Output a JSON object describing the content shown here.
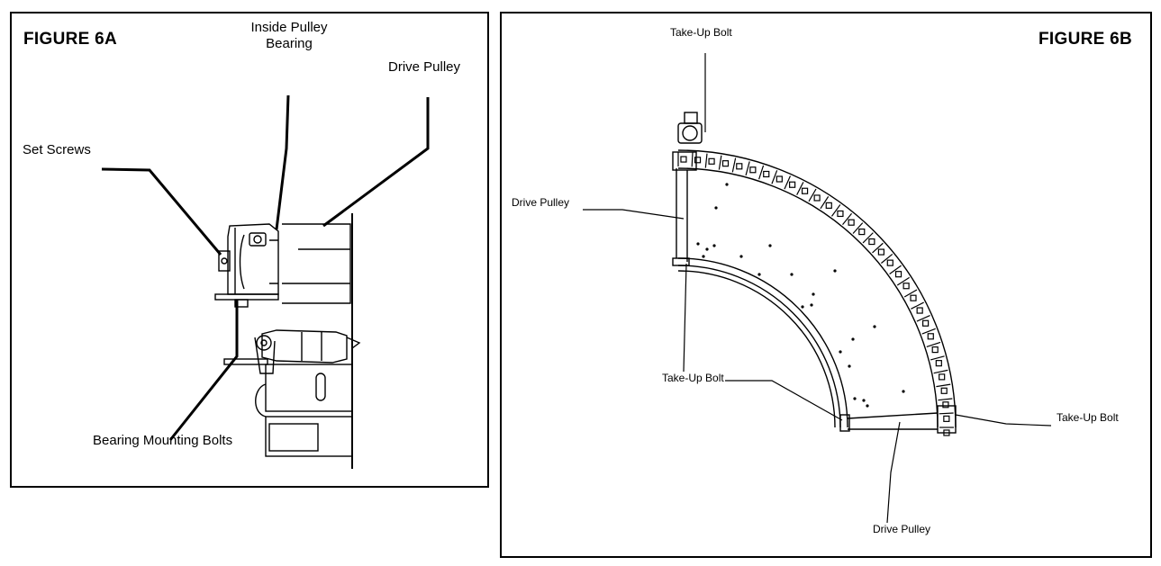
{
  "figure_a": {
    "title": "FIGURE 6A",
    "labels": {
      "inside_pulley_bearing_line1": "Inside Pulley",
      "inside_pulley_bearing_line2": "Bearing",
      "drive_pulley": "Drive Pulley",
      "set_screws": "Set Screws",
      "bearing_mounting_bolts": "Bearing Mounting Bolts"
    }
  },
  "figure_b": {
    "title": "FIGURE 6B",
    "labels": {
      "take_up_bolt_top": "Take-Up Bolt",
      "drive_pulley_left": "Drive Pulley",
      "take_up_bolt_middle": "Take-Up Bolt",
      "take_up_bolt_right": "Take-Up Bolt",
      "drive_pulley_bottom": "Drive Pulley"
    }
  }
}
